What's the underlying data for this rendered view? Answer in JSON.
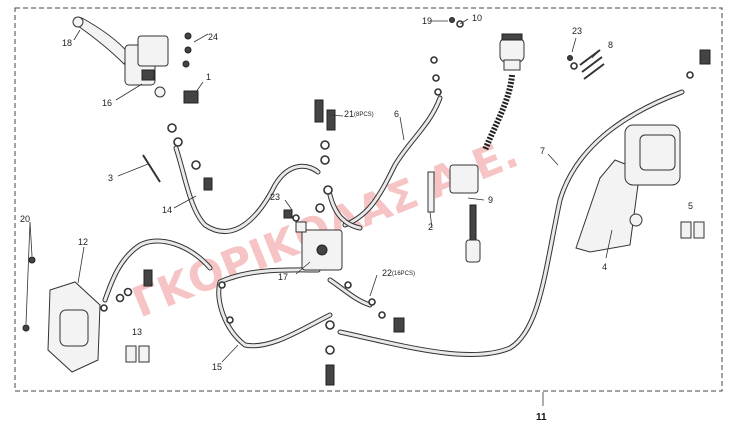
{
  "watermark": {
    "text": "ΓΚΟΡΙΚΟΛΑΣ Α.Ε.",
    "color": "#e03030"
  },
  "callouts": {
    "c1": "1",
    "c2": "2",
    "c3": "3",
    "c4": "4",
    "c5": "5",
    "c6": "6",
    "c7": "7",
    "c8": "8",
    "c9": "9",
    "c10": "10",
    "c11": "11",
    "c12": "12",
    "c13": "13",
    "c14": "14",
    "c15": "15",
    "c16": "16",
    "c17": "17",
    "c18": "18",
    "c19": "19",
    "c20": "20",
    "c21": "21",
    "c22": "22",
    "c23a": "23",
    "c23b": "23",
    "c24": "24"
  },
  "qty_notes": {
    "q21": "(8PCS)",
    "q22": "(16PCS)"
  },
  "assembly_number": "11"
}
